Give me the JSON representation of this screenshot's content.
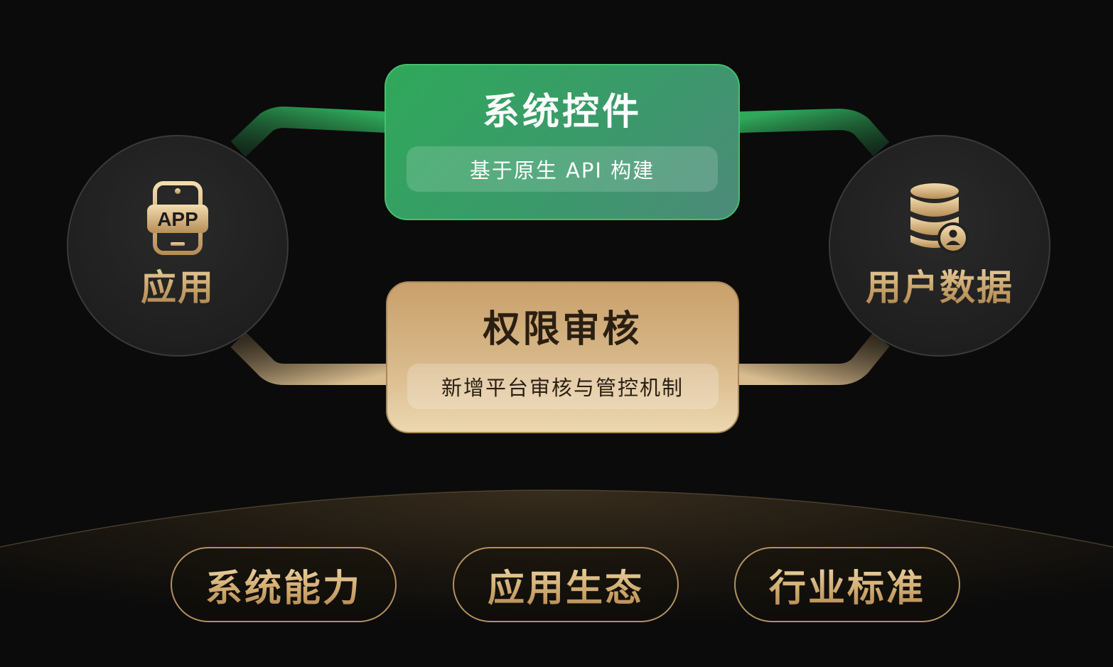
{
  "nodes": {
    "left": {
      "label": "应用",
      "icon": "app-phone-icon",
      "icon_text": "APP"
    },
    "right": {
      "label": "用户数据",
      "icon": "database-user-icon"
    }
  },
  "cards": {
    "top": {
      "title": "系统控件",
      "subtitle": "基于原生 API 构建",
      "color": "#2fa85a"
    },
    "bottom": {
      "title": "权限审核",
      "subtitle": "新增平台审核与管控机制",
      "color": "#c9a06b"
    }
  },
  "pills": [
    {
      "label": "系统能力"
    },
    {
      "label": "应用生态"
    },
    {
      "label": "行业标准"
    }
  ],
  "colors": {
    "background": "#0b0b0b",
    "green_accent": "#2fa85a",
    "gold_accent": "#c9a46a"
  }
}
